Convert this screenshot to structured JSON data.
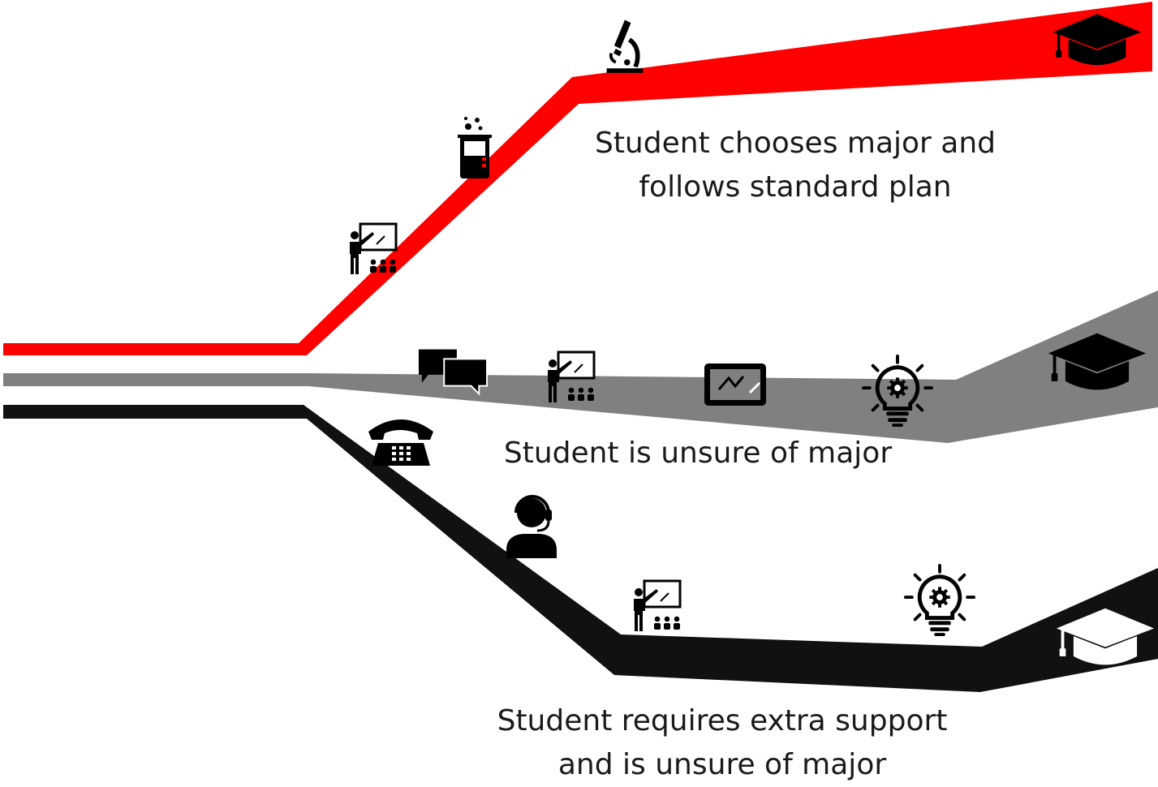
{
  "paths": [
    {
      "label_line1": "Student chooses major and",
      "label_line2": "follows standard plan",
      "color": "#ff0000"
    },
    {
      "label_line1": "Student is unsure of major",
      "color": "#808080"
    },
    {
      "label_line1": "Student requires extra support",
      "label_line2": "and is unsure of major",
      "color": "#111111"
    }
  ],
  "icons": {
    "top": [
      "classroom-icon",
      "beaker-icon",
      "microscope-icon",
      "graduation-cap-icon"
    ],
    "middle": [
      "chat-bubbles-icon",
      "classroom-icon",
      "tablet-icon",
      "lightbulb-icon",
      "graduation-cap-icon"
    ],
    "bottom": [
      "telephone-icon",
      "advisor-headset-icon",
      "classroom-icon",
      "lightbulb-icon",
      "graduation-cap-icon"
    ]
  }
}
